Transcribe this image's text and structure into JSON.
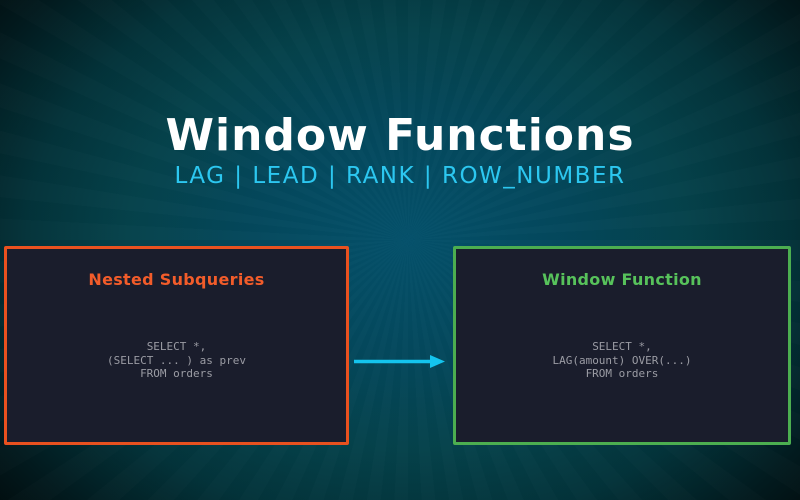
{
  "slide": {
    "title": "Window Functions",
    "subtitle": "LAG | LEAD | RANK | ROW_NUMBER",
    "panels": {
      "left": {
        "heading": "Nested Subqueries",
        "code": [
          "SELECT *,",
          "(SELECT ... ) as prev",
          "FROM orders"
        ]
      },
      "right": {
        "heading": "Window Function",
        "code": [
          "SELECT *,",
          "LAG(amount) OVER(...)",
          "FROM orders"
        ]
      }
    },
    "colors": {
      "title": "#ffffff",
      "subtitle": "#2cc7f0",
      "left_accent_border": "#e8511f",
      "left_heading": "#f25c2a",
      "right_accent_border": "#4cae50",
      "right_heading": "#57c25b",
      "panel_background": "#1a1d2c",
      "code_text": "#9b9ca4",
      "arrow": "#14c4ee",
      "background_glow_center": "#04516b",
      "background_edge": "#010a0b"
    }
  }
}
